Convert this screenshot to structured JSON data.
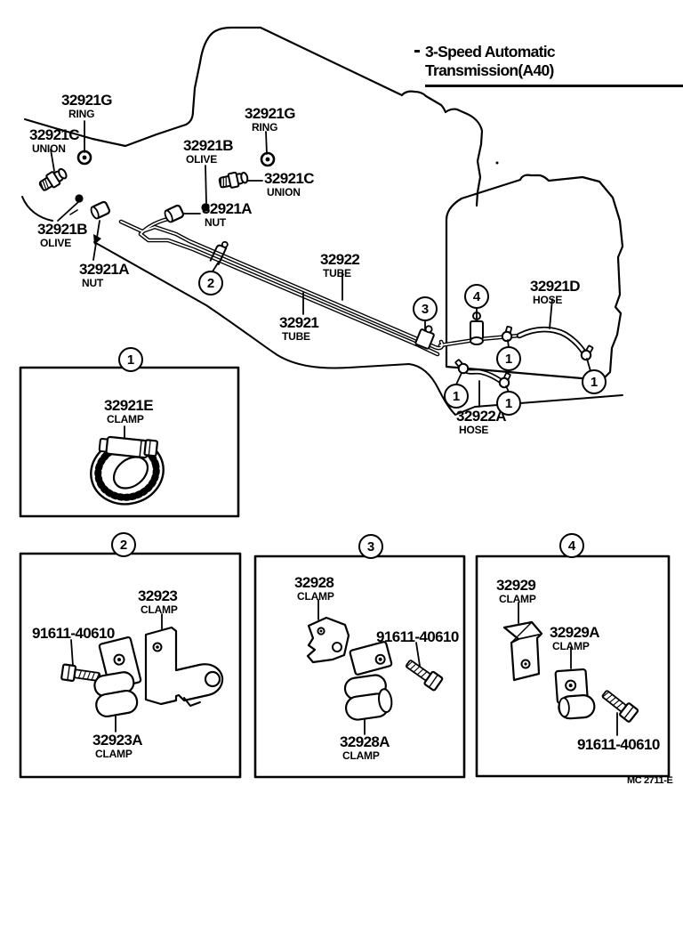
{
  "header": {
    "title": "3-Speed Automatic Transmission(A40)"
  },
  "footer": {
    "doc_code": "MC 2711-E"
  },
  "part_labels": [
    {
      "num": "32921G",
      "name": "RING"
    },
    {
      "num": "32921C",
      "name": "UNION"
    },
    {
      "num": "32921B",
      "name": "OLIVE"
    },
    {
      "num": "32921G",
      "name": "RING"
    },
    {
      "num": "32921C",
      "name": "UNION"
    },
    {
      "num": "32921A",
      "name": "NUT"
    },
    {
      "num": "32921B",
      "name": "OLIVE"
    },
    {
      "num": "32921A",
      "name": "NUT"
    },
    {
      "num": "32922",
      "name": "TUBE"
    },
    {
      "num": "32921",
      "name": "TUBE"
    },
    {
      "num": "32921D",
      "name": "HOSE"
    },
    {
      "num": "32922A",
      "name": "HOSE"
    },
    {
      "num": "32921E",
      "name": "CLAMP"
    },
    {
      "num": "32923",
      "name": "CLAMP"
    },
    {
      "num": "91611-40610",
      "name": ""
    },
    {
      "num": "32923A",
      "name": "CLAMP"
    },
    {
      "num": "32928",
      "name": "CLAMP"
    },
    {
      "num": "91611-40610",
      "name": ""
    },
    {
      "num": "32928A",
      "name": "CLAMP"
    },
    {
      "num": "32929",
      "name": "CLAMP"
    },
    {
      "num": "32929A",
      "name": "CLAMP"
    },
    {
      "num": "91611-40610",
      "name": ""
    }
  ],
  "callouts": [
    "2",
    "3",
    "4",
    "1",
    "1",
    "1",
    "1",
    "1",
    "2",
    "3",
    "4"
  ],
  "colors": {
    "ink": "#000000",
    "paper": "#ffffff"
  }
}
